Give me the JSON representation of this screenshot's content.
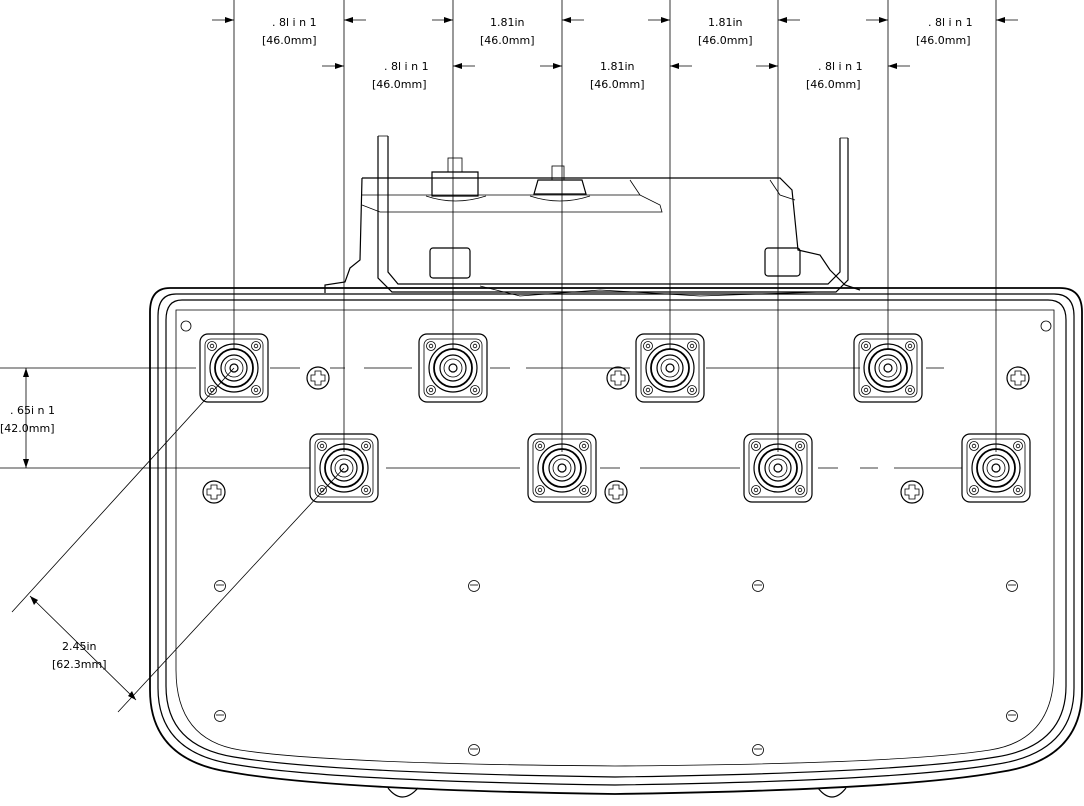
{
  "dimensions": {
    "top_row": [
      {
        "inch": ". 8l i n    1",
        "mm": "[46.0mm]"
      },
      {
        "inch": "1.81in",
        "mm": "[46.0mm]"
      },
      {
        "inch": "1.81in",
        "mm": "[46.0mm]"
      },
      {
        "inch": ". 8l i n    1",
        "mm": "[46.0mm]"
      }
    ],
    "second_row": [
      {
        "inch": ". 8l i n    1",
        "mm": "[46.0mm]"
      },
      {
        "inch": "1.81in",
        "mm": "[46.0mm]"
      },
      {
        "inch": ". 8l i n    1",
        "mm": "[46.0mm]"
      }
    ],
    "vertical": {
      "inch": ". 65i n    1",
      "mm": "[42.0mm]"
    },
    "diagonal": {
      "inch": "2.45in",
      "mm": "[62.3mm]"
    }
  }
}
